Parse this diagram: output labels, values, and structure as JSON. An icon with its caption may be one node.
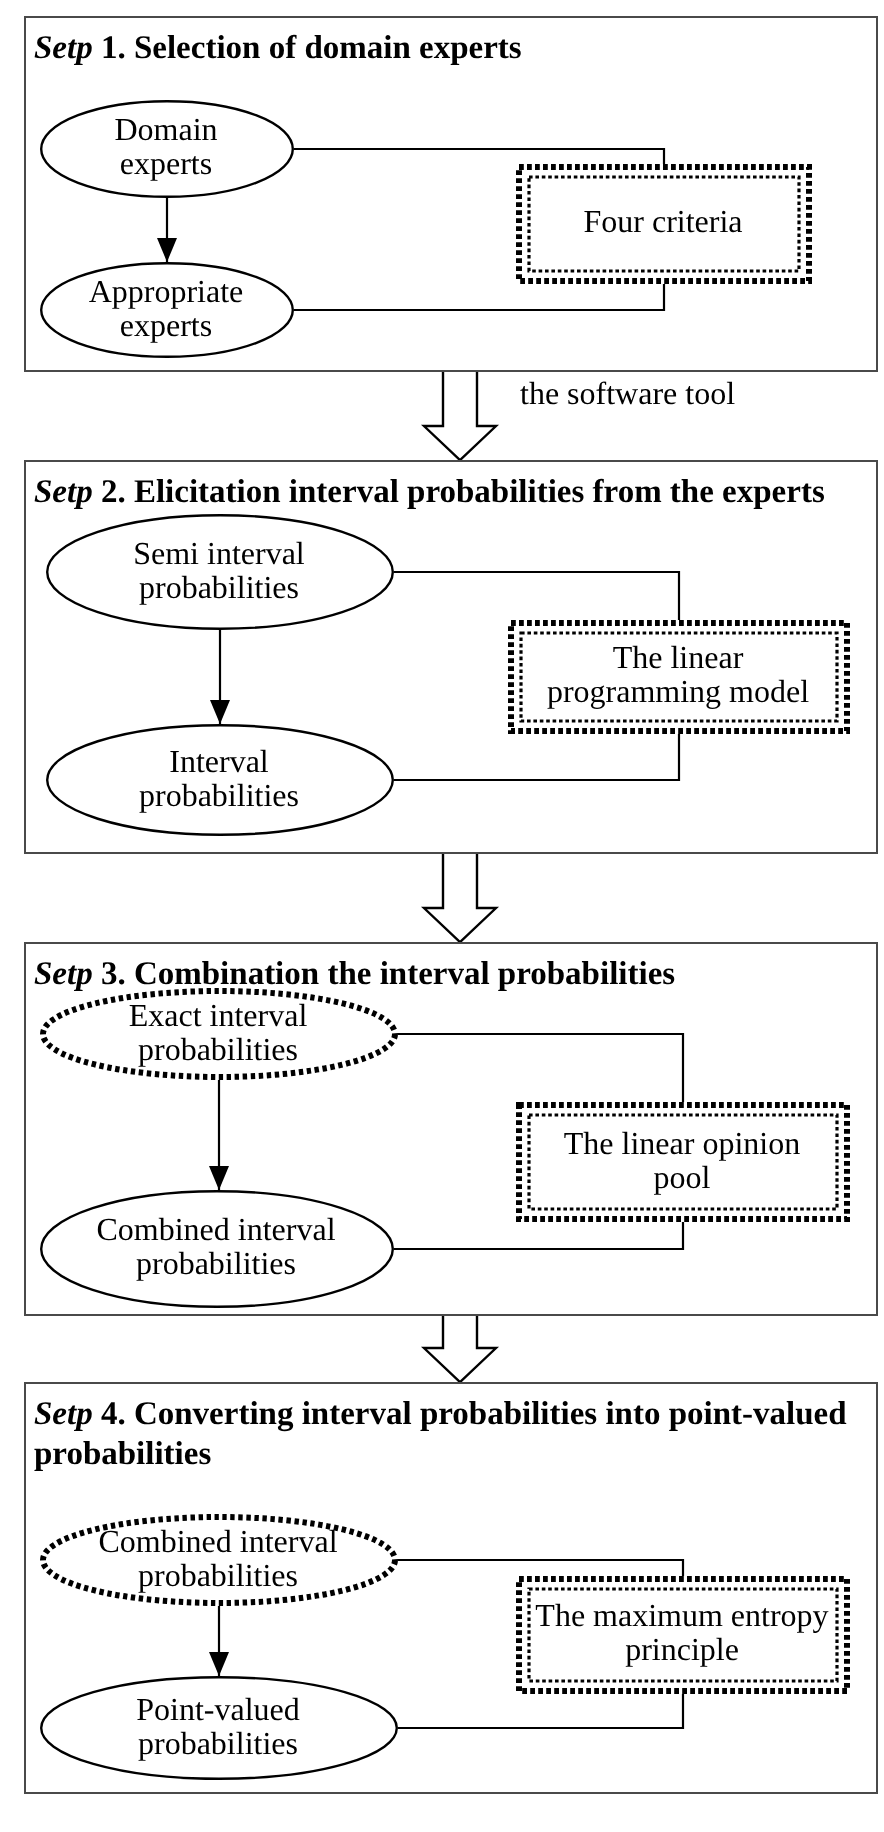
{
  "diagram": {
    "nodes": [
      {
        "text": [
          "*Setp* 1. Selection of domain experts"
        ]
      },
      {
        "text": [
          "Domain experts"
        ],
        "in": 0
      },
      {
        "text": [
          "Appropriate experts"
        ],
        "in": 0
      },
      {
        "text": [
          "Four criteria"
        ],
        "in": 0
      },
      {
        "text": [
          "*Setp* 2. Elicitation interval probabilities from the experts"
        ]
      },
      {
        "text": [
          "Semi interval probabilities"
        ],
        "in": 4
      },
      {
        "text": [
          "Interval probabilities"
        ],
        "in": 4
      },
      {
        "text": [
          "The linear programming model"
        ],
        "in": 4
      },
      {
        "text": [
          "*Setp* 3. Combination the interval probabilities"
        ]
      },
      {
        "text": [
          "Exact interval probabilities"
        ],
        "in": 8
      },
      {
        "text": [
          "Combined interval probabilities"
        ],
        "in": 8
      },
      {
        "text": [
          "The linear opinion pool"
        ],
        "in": 8
      },
      {
        "text": [
          "*Setp* 4. Converting interval probabilities into point-valued probabilities"
        ]
      },
      {
        "text": [
          "Combined interval probabilities"
        ],
        "in": 12
      },
      {
        "text": [
          "Point-valued probabilities"
        ],
        "in": 12
      },
      {
        "text": [
          "The maximum entropy principle"
        ],
        "in": 12
      }
    ],
    "edges": [
      {
        "from": 1,
        "to": 2,
        "arrow": "to"
      },
      {
        "from": 1,
        "to": 3,
        "arrow": "none"
      },
      {
        "from": 2,
        "to": 3,
        "arrow": "none"
      },
      {
        "from": 0,
        "to": 4,
        "arrow": "to",
        "label": "the software tool"
      },
      {
        "from": 5,
        "to": 6,
        "arrow": "to"
      },
      {
        "from": 5,
        "to": 7,
        "arrow": "none"
      },
      {
        "from": 6,
        "to": 7,
        "arrow": "none"
      },
      {
        "from": 4,
        "to": 8,
        "arrow": "to"
      },
      {
        "from": 9,
        "to": 10,
        "arrow": "to"
      },
      {
        "from": 9,
        "to": 11,
        "arrow": "none"
      },
      {
        "from": 10,
        "to": 11,
        "arrow": "none"
      },
      {
        "from": 8,
        "to": 12,
        "arrow": "to"
      },
      {
        "from": 13,
        "to": 14,
        "arrow": "to"
      },
      {
        "from": 13,
        "to": 15,
        "arrow": "none"
      },
      {
        "from": 14,
        "to": 15,
        "arrow": "none"
      }
    ]
  }
}
